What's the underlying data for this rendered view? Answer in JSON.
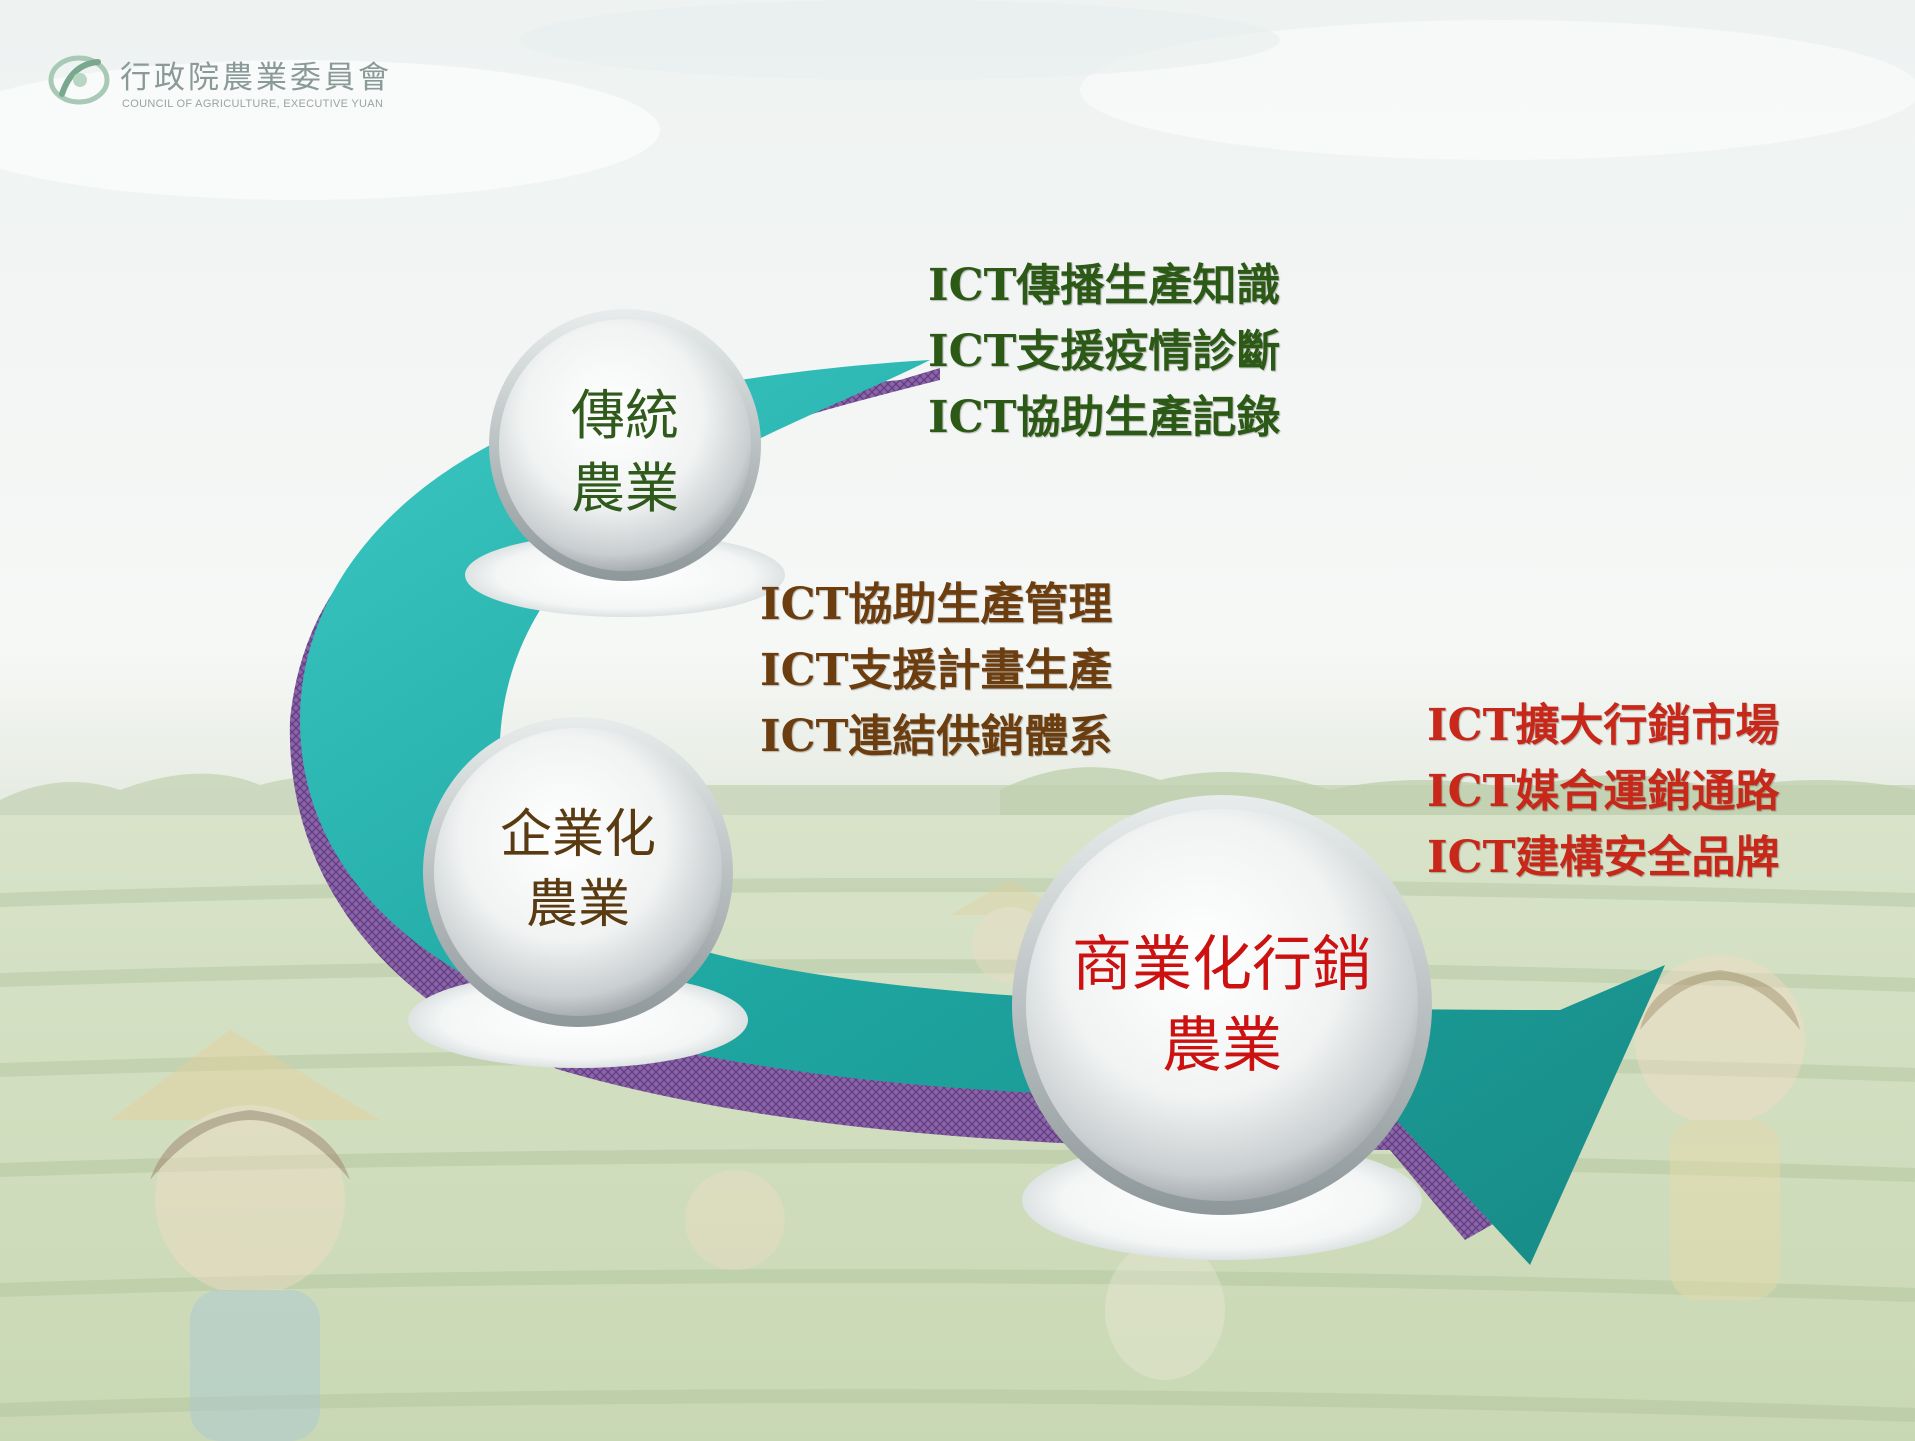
{
  "logo": {
    "name_zh": "行政院農業委員會",
    "name_en": "COUNCIL OF AGRICULTURE, EXECUTIVE YUAN"
  },
  "stages": [
    {
      "line1": "傳統",
      "line2": "農業",
      "color": "#2f5a1c"
    },
    {
      "line1": "企業化",
      "line2": "農業",
      "color": "#5a3a10"
    },
    {
      "line1": "商業化行銷",
      "line2": "農業",
      "color": "#cc1111"
    }
  ],
  "notes": [
    {
      "color": "#2c5a16",
      "items": [
        "ICT傳播生產知識",
        "ICT支援疫情診斷",
        "ICT協助生產記錄"
      ]
    },
    {
      "color": "#6b3d0f",
      "items": [
        "ICT協助生產管理",
        "ICT支援計畫生產",
        "ICT連結供銷體系"
      ]
    },
    {
      "color": "#c8281a",
      "items": [
        "ICT擴大行銷市場",
        "ICT媒合運銷通路",
        "ICT建構安全品牌"
      ]
    }
  ]
}
